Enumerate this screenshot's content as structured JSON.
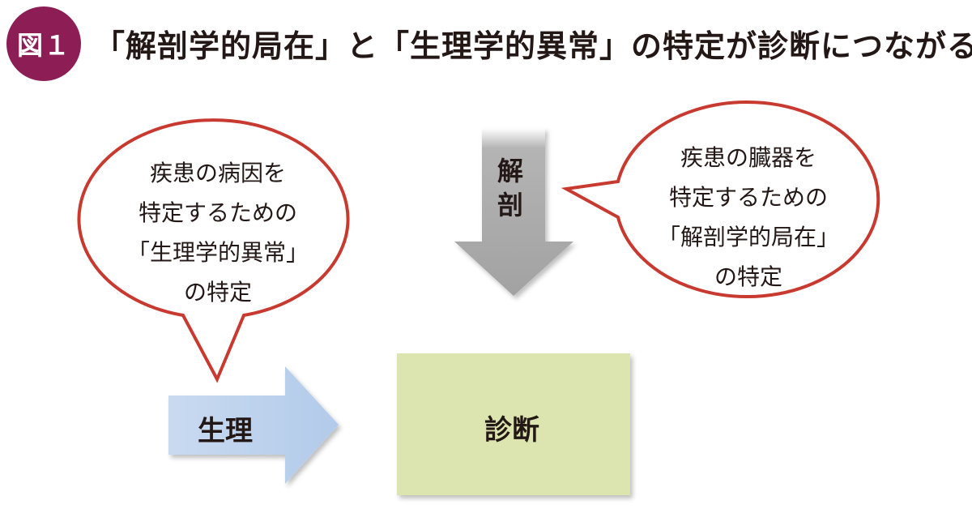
{
  "figure": {
    "badge": "図１",
    "title": "「解剖学的局在」と「生理学的異常」の特定が診断につながる"
  },
  "bubbles": {
    "left": {
      "lines": [
        "疾患の病因を",
        "特定するための",
        "「生理学的異常」",
        "の特定"
      ]
    },
    "right": {
      "lines": [
        "疾患の臓器を",
        "特定するための",
        "「解剖学的局在」",
        "の特定"
      ]
    }
  },
  "arrows": {
    "anatomy": {
      "label_top": "解",
      "label_bottom": "剖"
    },
    "physiology": {
      "label": "生理"
    }
  },
  "result_box": {
    "label": "診断"
  },
  "colors": {
    "badge": "#8c1d55",
    "bubble_outline": "#c8392f",
    "anatomy_arrow": "#a8a8a8",
    "physiology_arrow": "#b6cdea",
    "result_box": "#dce5b0"
  }
}
